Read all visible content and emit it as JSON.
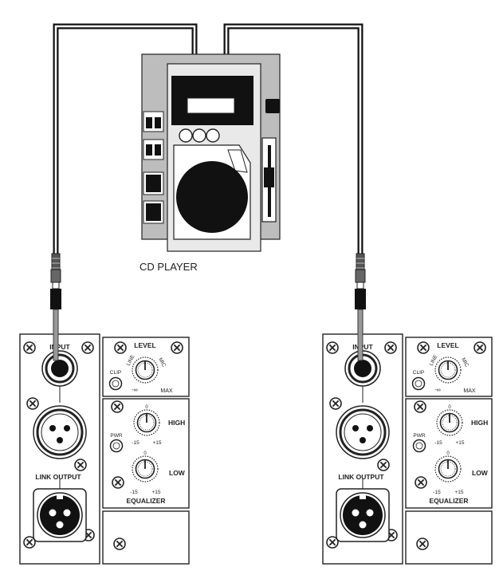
{
  "device": {
    "label": "CD PLAYER"
  },
  "amps": [
    {
      "input_label": "INPUT",
      "link_output_label": "LINK OUTPUT",
      "level": {
        "title": "LEVEL",
        "line": "LINE",
        "mic": "MIC",
        "min": "-∞",
        "max": "MAX",
        "clip": "CLIP"
      },
      "equalizer": {
        "title": "EQUALIZER",
        "pwr": "PWR",
        "high": "HIGH",
        "low": "LOW",
        "zero": "0",
        "minus": "-15",
        "plus": "+15"
      }
    },
    {
      "input_label": "INPUT",
      "link_output_label": "LINK OUTPUT",
      "level": {
        "title": "LEVEL",
        "line": "LINE",
        "mic": "MIC",
        "min": "-∞",
        "max": "MAX",
        "clip": "CLIP"
      },
      "equalizer": {
        "title": "EQUALIZER",
        "pwr": "PWR",
        "high": "HIGH",
        "low": "LOW",
        "zero": "0",
        "minus": "-15",
        "plus": "+15"
      }
    }
  ],
  "colors": {
    "device_body": "#bdbdbd",
    "device_face": "#e9e9e9",
    "stroke": "#222222",
    "dark": "#111111"
  }
}
